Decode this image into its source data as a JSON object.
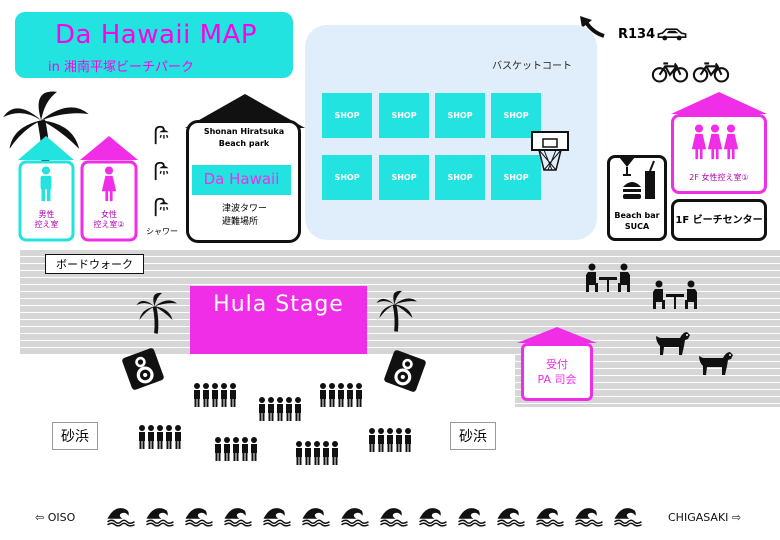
{
  "header": {
    "title": "Da Hawaii MAP",
    "subtitle": "in 湘南平塚ビーチパーク"
  },
  "road": {
    "label": "R134"
  },
  "court": {
    "label": "バスケットコート",
    "shops": [
      "SHOP",
      "SHOP",
      "SHOP",
      "SHOP",
      "SHOP",
      "SHOP",
      "SHOP",
      "SHOP"
    ]
  },
  "rooms": {
    "male": "男性\n控え室",
    "female": "女性\n控え室②",
    "female_2f": "2F 女性控え室①"
  },
  "shower": {
    "label": "シャワー"
  },
  "beach_park": {
    "name": "Shonan Hiratsuka\nBeach park",
    "brand": "Da Hawaii",
    "tower": "津波タワー\n避難場所"
  },
  "beach_bar": {
    "label": "Beach bar\nSUCA"
  },
  "center": {
    "label": "1F ビーチセンター"
  },
  "boardwalk": {
    "label": "ボードウォーク"
  },
  "stage": {
    "label": "Hula Stage"
  },
  "reception": {
    "label": "受付\nPA 司会"
  },
  "beach": {
    "left_label": "砂浜",
    "right_label": "砂浜"
  },
  "footer": {
    "left": "⇦ OISO",
    "right": "CHIGASAKI ⇨"
  },
  "colors": {
    "cyan": "#22e3e0",
    "magenta": "#f02ee8",
    "court": "#dfeefa"
  }
}
